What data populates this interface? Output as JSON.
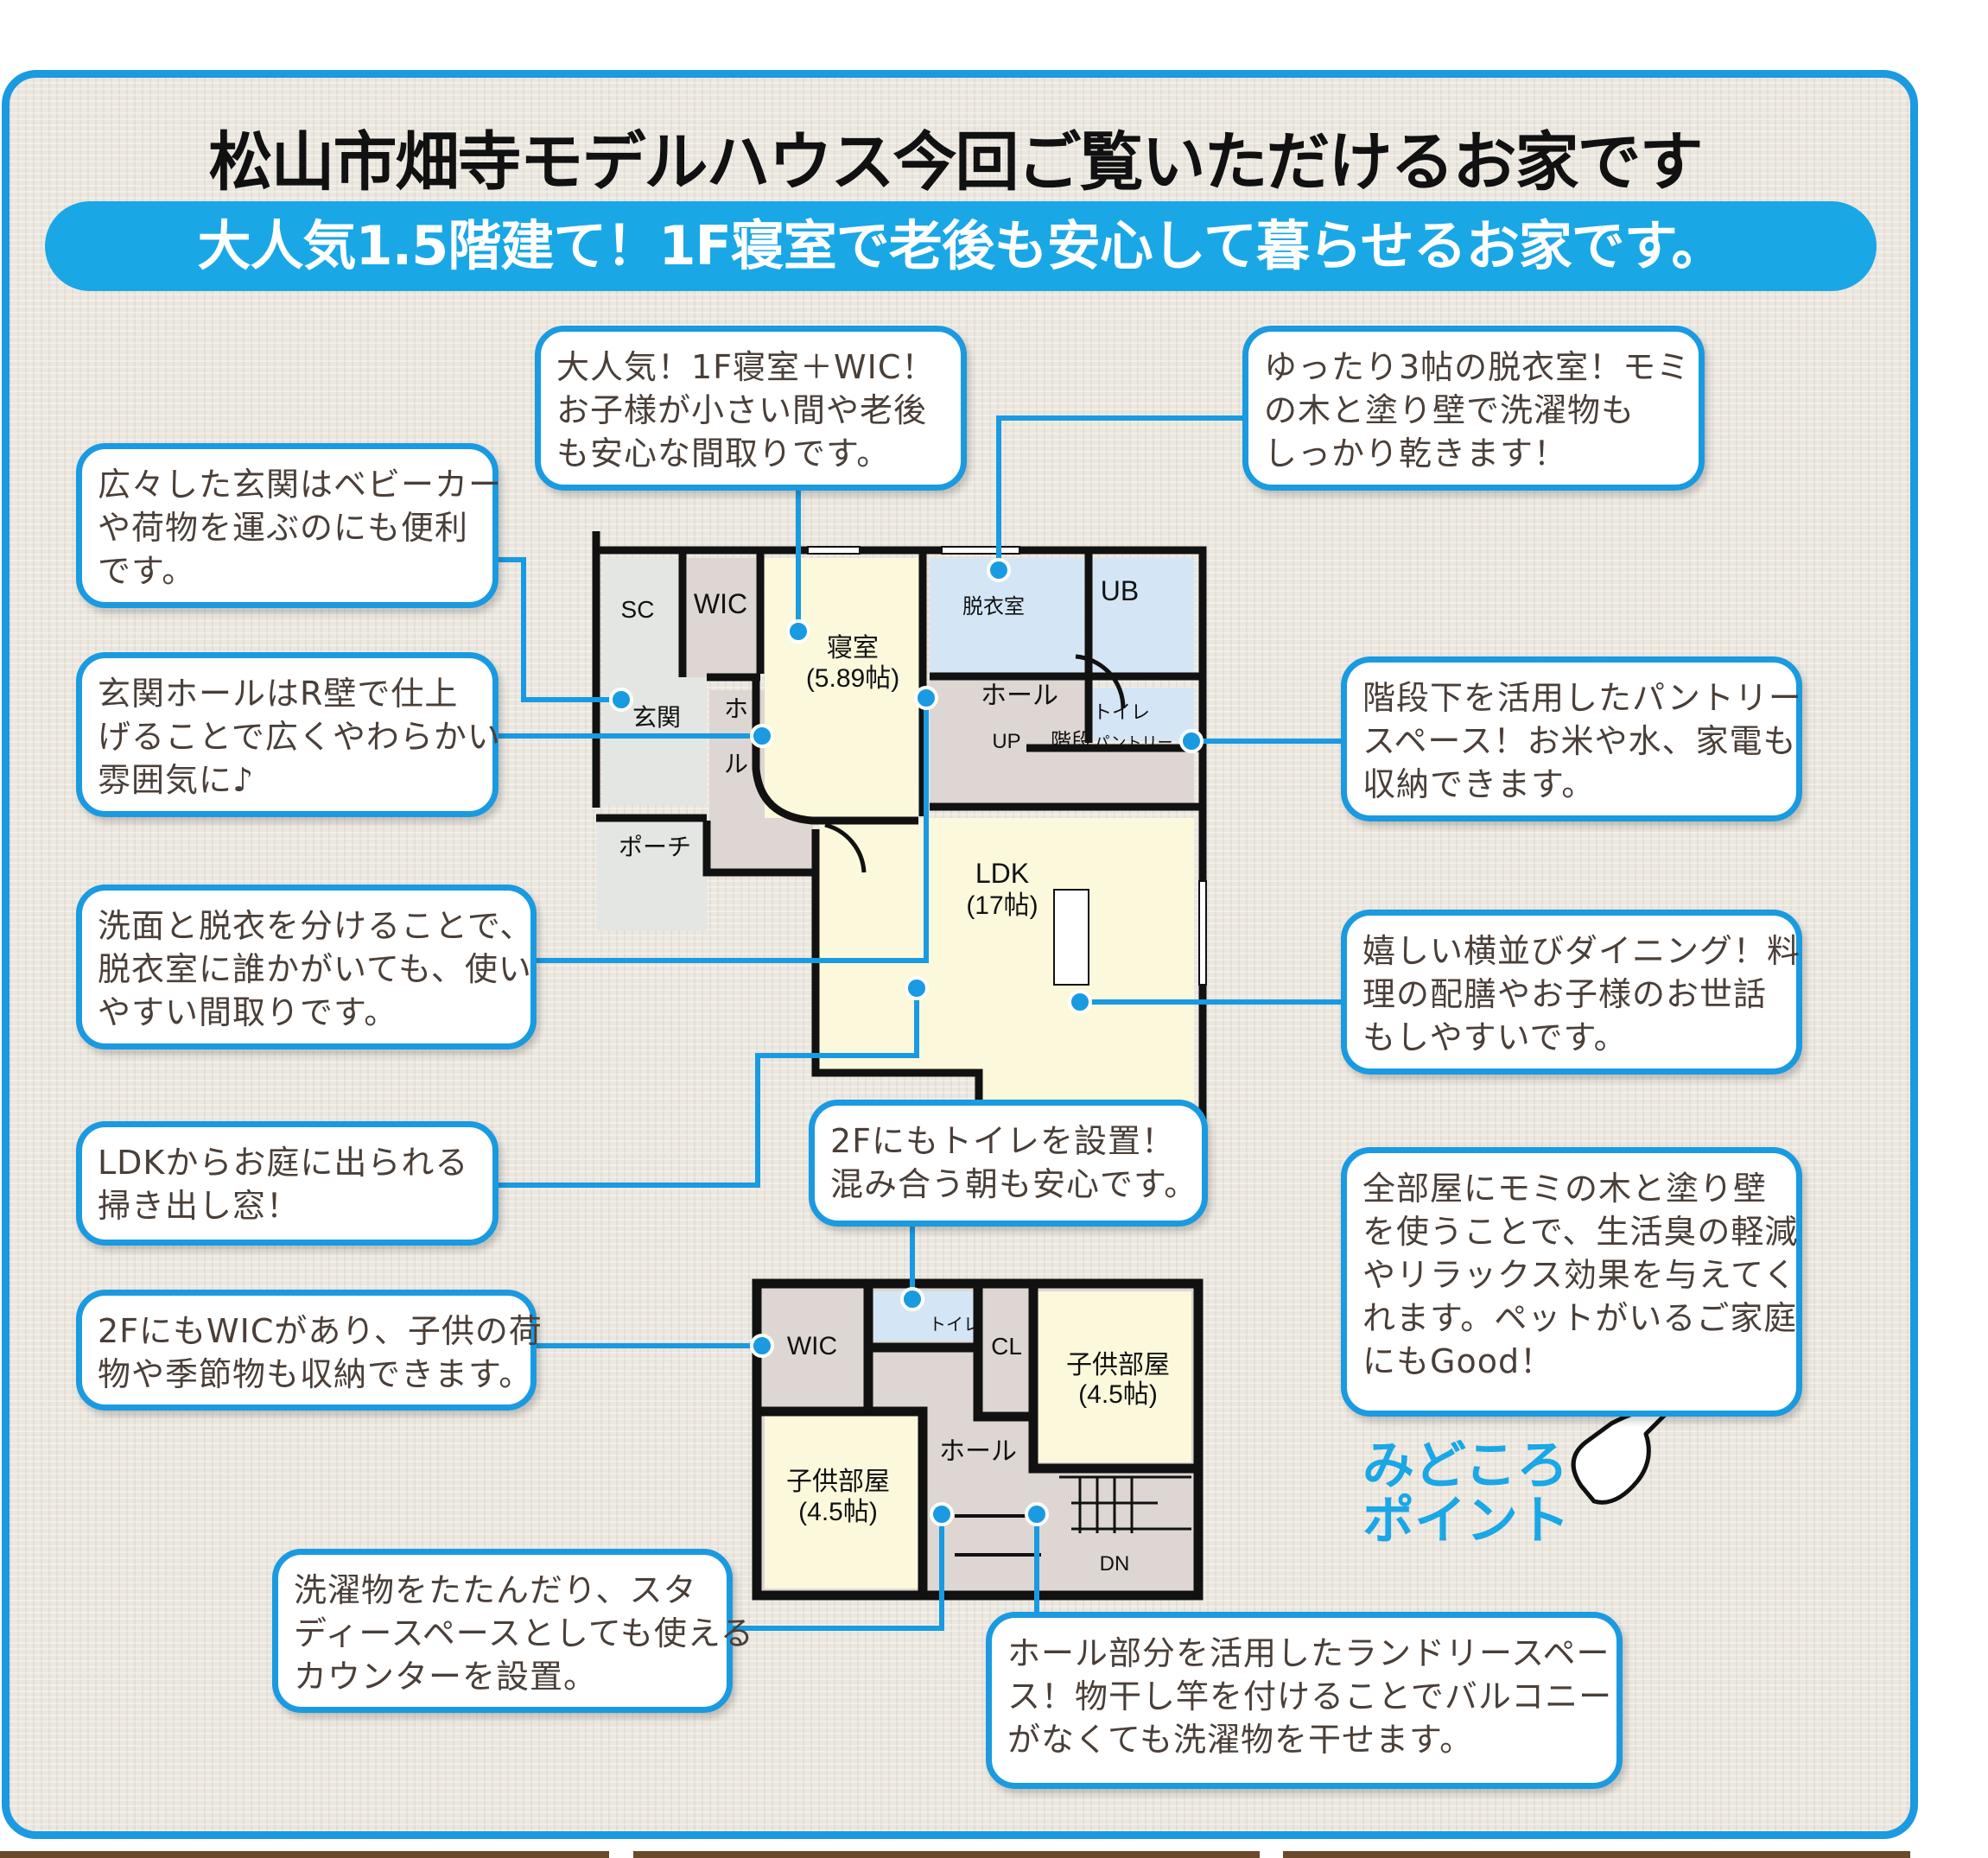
{
  "title": "松山市畑寺モデルハウス今回ご覧いただけるお家です",
  "banner": "大人気1.5階建て！1F寝室で老後も安心して暮らせるお家です。",
  "callouts": {
    "bedroom": [
      "大人気！1F寝室＋WIC！",
      "お子様が小さい間や老後",
      "も安心な間取りです。"
    ],
    "dressing": [
      "ゆったり3帖の脱衣室！モミ",
      "の木と塗り壁で洗濯物も",
      "しっかり乾きます！"
    ],
    "entrance": [
      "広々した玄関はベビーカー",
      "や荷物を運ぶのにも便利",
      "です。"
    ],
    "entrance_hall": [
      "玄関ホールはR壁で仕上",
      "げることで広くやわらかい",
      "雰囲気に♪"
    ],
    "pantry": [
      "階段下を活用したパントリー",
      "スペース！お米や水、家電も",
      "収納できます。"
    ],
    "washroom": [
      "洗面と脱衣を分けることで、",
      "脱衣室に誰かがいても、使い",
      "やすい間取りです。"
    ],
    "dining": [
      "嬉しい横並びダイニング！料",
      "理の配膳やお子様のお世話",
      "もしやすいです。"
    ],
    "garden_window": [
      "LDKからお庭に出られる",
      "掃き出し窓！"
    ],
    "toilet_2f": [
      "2Fにもトイレを設置！",
      "混み合う朝も安心です。"
    ],
    "all_rooms": [
      "全部屋にモミの木と塗り壁",
      "を使うことで、生活臭の軽減",
      "やリラックス効果を与えてく",
      "れます。ペットがいるご家庭",
      "にもGood！"
    ],
    "wic_2f": [
      "2FにもWICがあり、子供の荷",
      "物や季節物も収納できます。"
    ],
    "counter": [
      "洗濯物をたたんだり、スタ",
      "ディースペースとしても使える",
      "カウンターを設置。"
    ],
    "laundry": [
      "ホール部分を活用したランドリースペー",
      "ス！物干し竿を付けることでバルコニー",
      "がなくても洗濯物を干せます。"
    ]
  },
  "highlight": [
    "みどころ",
    "ポイント"
  ],
  "floor1": {
    "sc": "SC",
    "wic": "WIC",
    "genkan": "玄関",
    "hall_v": [
      "ホ",
      "ー",
      "ル"
    ],
    "porch": "ポーチ",
    "bedroom": "寝室",
    "bedroom_size": "(5.89帖)",
    "dressing": "脱衣室",
    "ub": "UB",
    "hall": "ホール",
    "toilet": "トイレ",
    "up": "UP",
    "stairs": "階段",
    "pantry": "パントリー",
    "ldk": "LDK",
    "ldk_size": "(17帖)"
  },
  "floor2": {
    "wic": "WIC",
    "toilet": "トイレ",
    "cl": "CL",
    "kids1": "子供部屋",
    "kids1_size": "(4.5帖)",
    "kids2": "子供部屋",
    "kids2_size": "(4.5帖)",
    "hall": "ホール",
    "dn": "DN"
  },
  "colors": {
    "accent": "#1a9ae0",
    "cream": "#fbf8dc",
    "taupe": "#ddd6d2",
    "lightblue": "#d4e6f6"
  }
}
